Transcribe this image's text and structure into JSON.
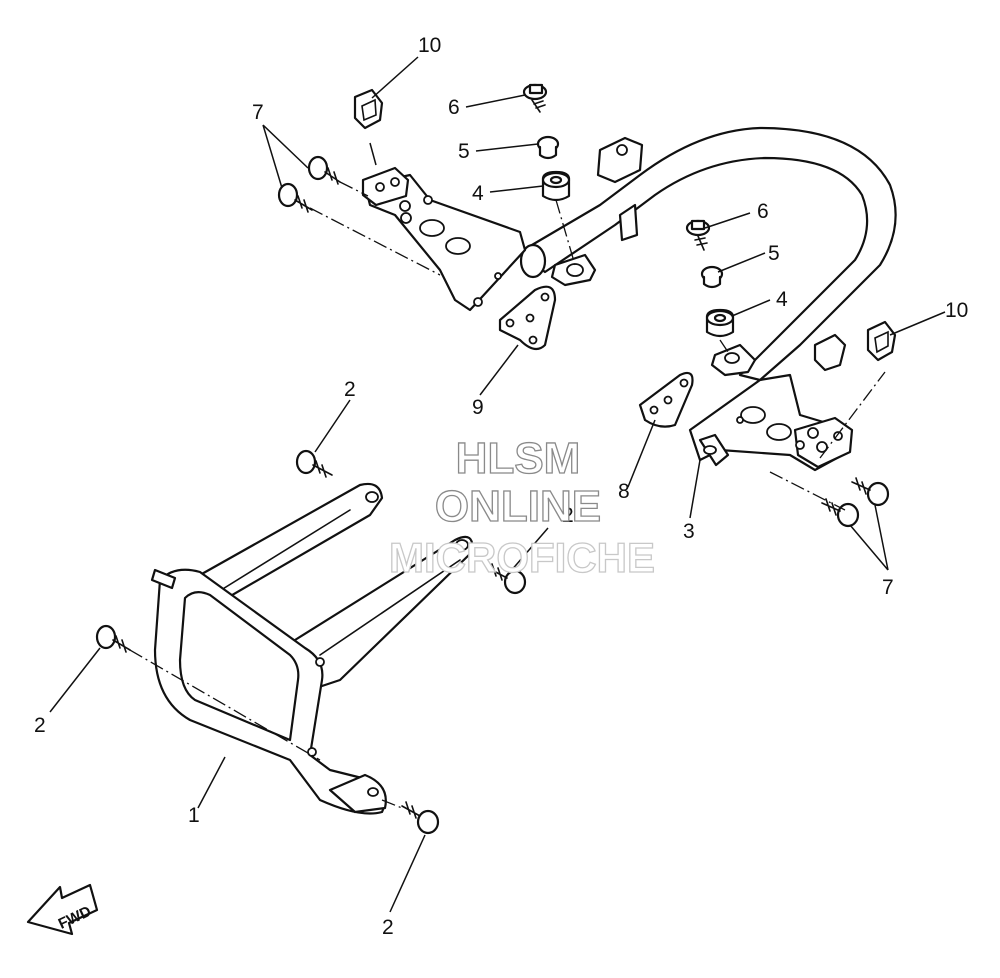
{
  "callouts": {
    "c1": "1",
    "c2a": "2",
    "c2b": "2",
    "c2c": "2",
    "c2d": "2",
    "c3": "3",
    "c4a": "4",
    "c4b": "4",
    "c5a": "5",
    "c5b": "5",
    "c6a": "6",
    "c6b": "6",
    "c7a": "7",
    "c7b": "7",
    "c8": "8",
    "c9": "9",
    "c10a": "10",
    "c10b": "10"
  },
  "watermark": {
    "line1": "HLSM",
    "line2": "ONLINE",
    "line3": "MICROFICHE"
  },
  "direction_indicator": {
    "label": "FWD"
  }
}
